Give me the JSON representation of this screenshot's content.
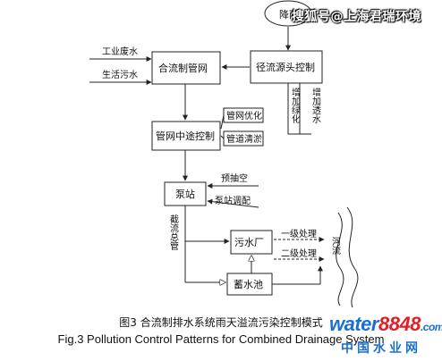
{
  "nodes": {
    "rain": "降雨",
    "industrial_wastewater": "工业废水",
    "domestic_sewage": "生活污水",
    "combined_network": "合流制管网",
    "runoff_source_control": "径流源头控制",
    "increase_green": "增加绿化",
    "increase_permeable": "增加透水",
    "network_midway_control": "管网中途控制",
    "network_optimization": "管网优化",
    "pipe_dredging": "管道清淤",
    "pre_pumping": "预抽空",
    "pump_station": "泵站",
    "pump_scheduling": "泵站调配",
    "interception_main": "截流总管",
    "wwtp": "污水厂",
    "primary_treatment": "一级处理",
    "secondary_treatment": "二级处理",
    "river": "河流",
    "storage_tank": "蓄水池"
  },
  "caption": {
    "cn": "图3 合流制排水系统雨天溢流污染控制模式",
    "en": "Fig.3 Pollution Control Patterns for Combined Drainage System"
  },
  "watermark": {
    "top": "搜狐号@上海君瑞环境",
    "logo_part1": "water",
    "logo_part2": "8848",
    "logo_suffix": ".com",
    "sub": "中国水业网"
  },
  "colors": {
    "line": "#222222",
    "logo_blue": "#1a6fd0",
    "logo_red": "#e01f26"
  }
}
